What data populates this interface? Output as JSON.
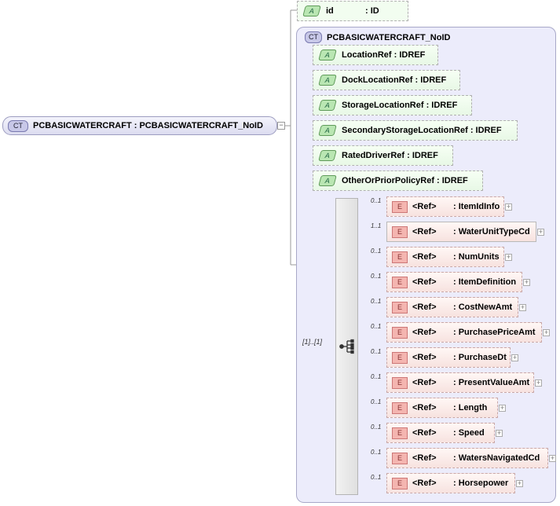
{
  "root": {
    "badge": "CT",
    "label": "PCBASICWATERCRAFT : PCBASICWATERCRAFT_NoID"
  },
  "id_attribute": {
    "badge": "A",
    "name": "id",
    "type": ": ID"
  },
  "complex_type": {
    "badge": "CT",
    "name": "PCBASICWATERCRAFT_NoID"
  },
  "attributes": [
    {
      "badge": "A",
      "label": "LocationRef : IDREF"
    },
    {
      "badge": "A",
      "label": "DockLocationRef : IDREF"
    },
    {
      "badge": "A",
      "label": "StorageLocationRef : IDREF"
    },
    {
      "badge": "A",
      "label": "SecondaryStorageLocationRef : IDREF"
    },
    {
      "badge": "A",
      "label": "RatedDriverRef : IDREF"
    },
    {
      "badge": "A",
      "label": "OtherOrPriorPolicyRef : IDREF"
    }
  ],
  "sequence": {
    "multiplicity": "[1]..[1]"
  },
  "elements": [
    {
      "badge": "E",
      "ref": "<Ref>",
      "name": ": ItemIdInfo",
      "occ": "0..1"
    },
    {
      "badge": "E",
      "ref": "<Ref>",
      "name": ": WaterUnitTypeCd",
      "occ": "1..1"
    },
    {
      "badge": "E",
      "ref": "<Ref>",
      "name": ": NumUnits",
      "occ": "0..1"
    },
    {
      "badge": "E",
      "ref": "<Ref>",
      "name": ": ItemDefinition",
      "occ": "0..1"
    },
    {
      "badge": "E",
      "ref": "<Ref>",
      "name": ": CostNewAmt",
      "occ": "0..1"
    },
    {
      "badge": "E",
      "ref": "<Ref>",
      "name": ": PurchasePriceAmt",
      "occ": "0..1"
    },
    {
      "badge": "E",
      "ref": "<Ref>",
      "name": ": PurchaseDt",
      "occ": "0..1"
    },
    {
      "badge": "E",
      "ref": "<Ref>",
      "name": ": PresentValueAmt",
      "occ": "0..1"
    },
    {
      "badge": "E",
      "ref": "<Ref>",
      "name": ": Length",
      "occ": "0..1"
    },
    {
      "badge": "E",
      "ref": "<Ref>",
      "name": ": Speed",
      "occ": "0..1"
    },
    {
      "badge": "E",
      "ref": "<Ref>",
      "name": ": WatersNavigatedCd",
      "occ": "0..1"
    },
    {
      "badge": "E",
      "ref": "<Ref>",
      "name": ": Horsepower",
      "occ": "0..1"
    }
  ],
  "icons": {
    "collapse": "minus-icon",
    "expand": "plus-icon",
    "sequence": "sequence-icon"
  }
}
